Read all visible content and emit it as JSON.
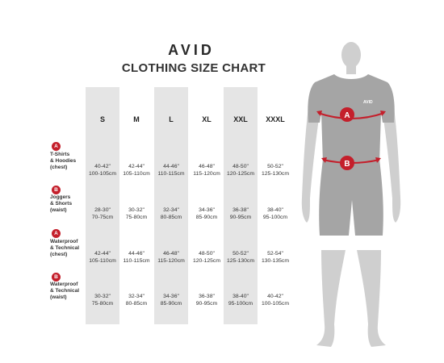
{
  "brand": {
    "logo_text": "AVID"
  },
  "title": "CLOTHING SIZE CHART",
  "sizes": [
    "S",
    "M",
    "L",
    "XL",
    "XXL",
    "XXXL"
  ],
  "rows": [
    {
      "badge": "A",
      "label": [
        "T-Shirts",
        "& Hoodies",
        "(chest)"
      ],
      "values": [
        [
          "40-42\"",
          "100-105cm"
        ],
        [
          "42-44\"",
          "105-110cm"
        ],
        [
          "44-46\"",
          "110-115cm"
        ],
        [
          "46-48\"",
          "115-120cm"
        ],
        [
          "48-50\"",
          "120-125cm"
        ],
        [
          "50-52\"",
          "125-130cm"
        ]
      ]
    },
    {
      "badge": "B",
      "label": [
        "Joggers",
        "& Shorts",
        "(waist)"
      ],
      "values": [
        [
          "28-30\"",
          "70-75cm"
        ],
        [
          "30-32\"",
          "75-80cm"
        ],
        [
          "32-34\"",
          "80-85cm"
        ],
        [
          "34-36\"",
          "85-90cm"
        ],
        [
          "36-38\"",
          "90-95cm"
        ],
        [
          "38-40\"",
          "95-100cm"
        ]
      ]
    },
    {
      "badge": "A",
      "label": [
        "Waterproof",
        "& Technical",
        "(chest)"
      ],
      "values": [
        [
          "42-44\"",
          "105-110cm"
        ],
        [
          "44-46\"",
          "110-115cm"
        ],
        [
          "46-48\"",
          "115-120cm"
        ],
        [
          "48-50\"",
          "120-125cm"
        ],
        [
          "50-52\"",
          "125-130cm"
        ],
        [
          "52-54\"",
          "130-135cm"
        ]
      ]
    },
    {
      "badge": "B",
      "label": [
        "Waterproof",
        "& Technical",
        "(waist)"
      ],
      "values": [
        [
          "30-32\"",
          "75-80cm"
        ],
        [
          "32-34\"",
          "80-85cm"
        ],
        [
          "34-36\"",
          "85-90cm"
        ],
        [
          "36-38\"",
          "90-95cm"
        ],
        [
          "38-40\"",
          "95-100cm"
        ],
        [
          "40-42\"",
          "100-105cm"
        ]
      ]
    }
  ],
  "figure": {
    "chest_marker": "A",
    "waist_marker": "B",
    "garment_logo": "AVID"
  },
  "colors": {
    "accent": "#c41f2b",
    "band": "#e6e6e6",
    "body": "#cfcfcf",
    "garment": "#a5a5a5"
  }
}
